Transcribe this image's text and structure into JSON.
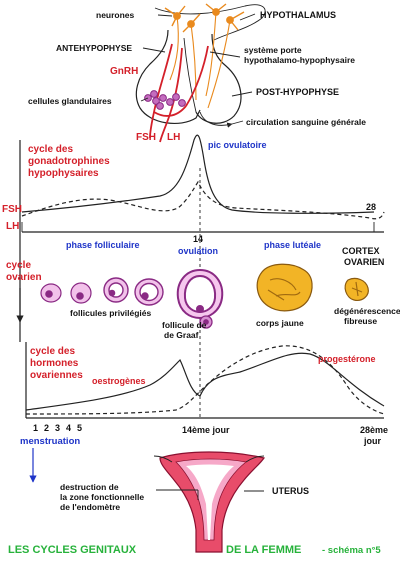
{
  "brain": {
    "neurones": "neurones",
    "hypothalamus": "HYPOTHALAMUS",
    "antehypophyse": "ANTEHYPOPHYSE",
    "porte_1": "système porte",
    "porte_2": "hypothalamo-hypophysaire",
    "gnrh": "GnRH",
    "cellules": "cellules glandulaires",
    "post_hypophyse": "POST-HYPOPHYSE",
    "fsh": "FSH",
    "lh": "LH",
    "circulation": "circulation sanguine générale"
  },
  "gonado": {
    "title_1": "cycle des",
    "title_2": "gonadotrophines",
    "title_3": "hypophysaires",
    "peak": "pic ovulatoire",
    "fsh": "FSH",
    "lh": "LH",
    "day14": "14",
    "day28": "28"
  },
  "ovary": {
    "phase_follic": "phase folliculaire",
    "ovulation": "ovulation",
    "phase_lut": "phase lutéale",
    "cortex_1": "CORTEX",
    "cortex_2": "OVARIEN",
    "cycle_1": "cycle",
    "cycle_2": "ovarien",
    "follicules": "follicules privilégiés",
    "graaf_1": "follicule de",
    "graaf_2": "de Graaf",
    "corps_jaune": "corps jaune",
    "degen_1": "dégénérescence",
    "degen_2": "fibreuse"
  },
  "hormones": {
    "title_1": "cycle des",
    "title_2": "hormones",
    "title_3": "ovariennes",
    "progesterone": "progestérone",
    "oestrogenes": "oestrogènes",
    "days": [
      "1",
      "2",
      "3",
      "4",
      "5"
    ],
    "jour14": "14ème jour",
    "jour28_1": "28ème",
    "jour28_2": "jour",
    "menstruation": "menstruation"
  },
  "uterus": {
    "label": "UTERUS",
    "destruction_1": "destruction de",
    "destruction_2": "la zone fonctionnelle",
    "destruction_3": "de l'endomètre"
  },
  "footer": {
    "title_1": "LES CYCLES GENITAUX",
    "title_2": "DE LA FEMME",
    "schema": "- schéma n°5"
  },
  "colors": {
    "red": "#d4202a",
    "blue": "#1f35c8",
    "green": "#27b23b",
    "orange": "#e98a1e",
    "purple": "#8a2a84",
    "corpus_yellow": "#f2b426"
  }
}
